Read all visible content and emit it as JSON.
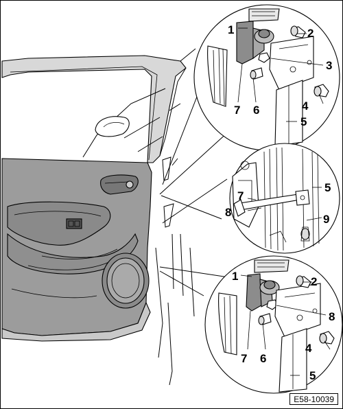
{
  "figure_id": "E58-10039",
  "callouts": {
    "top": [
      "1",
      "2",
      "3",
      "4",
      "5",
      "6",
      "7"
    ],
    "middle": [
      "5",
      "7",
      "8",
      "9"
    ],
    "bottom": [
      "1",
      "2",
      "8",
      "4",
      "5",
      "6",
      "7"
    ]
  }
}
